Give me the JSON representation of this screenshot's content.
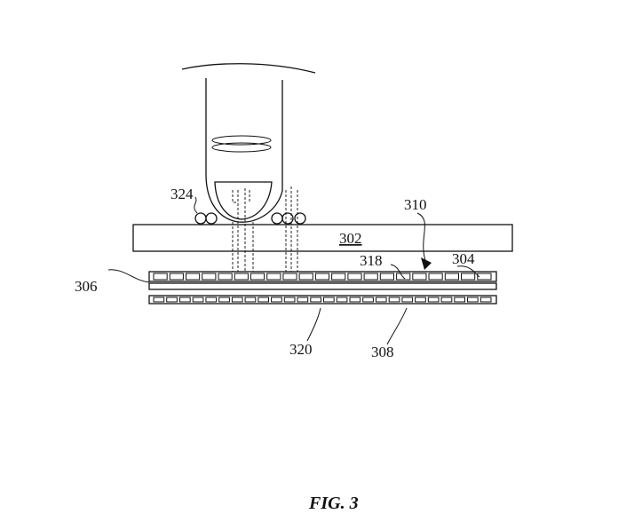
{
  "figure": {
    "caption": "FIG. 3"
  },
  "labels": {
    "l302": "302",
    "l304": "304",
    "l306": "306",
    "l308": "308",
    "l310": "310",
    "l318": "318",
    "l320": "320",
    "l324": "324"
  },
  "colors": {
    "ink": "#111111",
    "background": "#ffffff"
  }
}
